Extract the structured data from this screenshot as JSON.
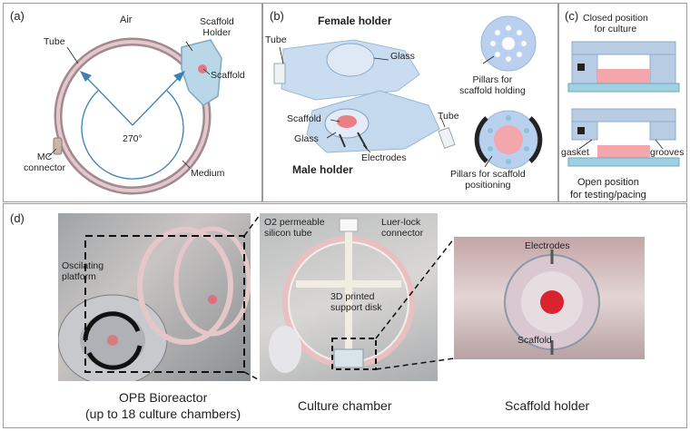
{
  "panel_a": {
    "label": "(a)",
    "air": "Air",
    "tube": "Tube",
    "scaffold_holder": "Scaffold\nHolder",
    "scaffold": "Scaffold",
    "angle": "270°",
    "mc_connector": "MC\nconnector",
    "medium": "Medium"
  },
  "panel_b": {
    "label": "(b)",
    "female_holder": "Female holder",
    "male_holder": "Male holder",
    "tube_left": "Tube",
    "tube_right": "Tube",
    "glass_top": "Glass",
    "glass_bottom": "Glass",
    "scaffold": "Scaffold",
    "electrodes": "Electrodes",
    "pillars_holding": "Pillars for\nscaffold holding",
    "pillars_positioning": "Pillars for scaffold\npositioning"
  },
  "panel_c": {
    "label": "(c)",
    "closed": "Closed position\nfor culture",
    "gasket": "gasket",
    "grooves": "grooves",
    "open": "Open position\nfor testing/pacing"
  },
  "panel_d": {
    "label": "(d)",
    "oscillating": "Oscilating\nplatform",
    "o2_tube": "O2 permeable\nsilicon tube",
    "luer": "Luer-lock\nconnector",
    "support_disk": "3D printed\nsupport disk",
    "electrodes": "Electrodes",
    "scaffold": "Scaffold",
    "cap_left": "OPB Bioreactor\n(up to 18 culture chambers)",
    "cap_mid": "Culture chamber",
    "cap_right": "Scaffold holder"
  }
}
